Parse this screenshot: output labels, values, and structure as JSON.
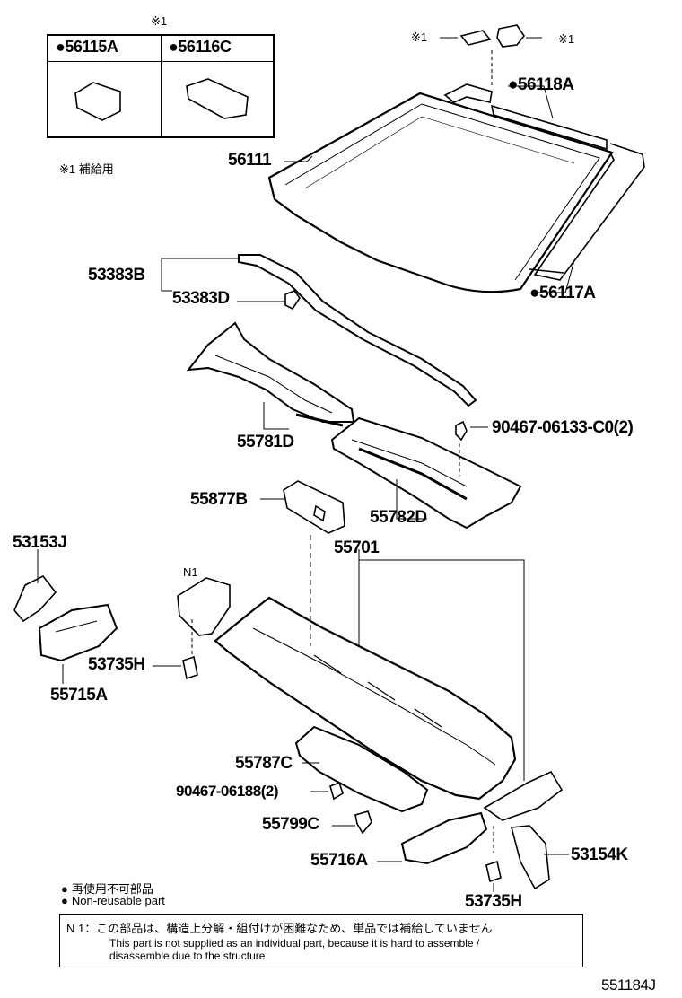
{
  "inset": {
    "header_mark": "※1",
    "parts": [
      "●56115A",
      "●56116C"
    ]
  },
  "note_supply": "※1 補給用",
  "callouts": {
    "mark_left": "※1",
    "mark_right": "※1",
    "p56118A": "●56118A",
    "p56111": "56111",
    "p53383B": "53383B",
    "p53383D": "53383D",
    "p56117A": "●56117A",
    "p55781D": "55781D",
    "p90467_06133": "90467-06133-C0(2)",
    "p55877B": "55877B",
    "p55782D": "55782D",
    "p55701": "55701",
    "p53153J": "53153J",
    "n1": "N1",
    "p53735H_a": "53735H",
    "p55715A": "55715A",
    "p55787C": "55787C",
    "p90467_06188": "90467-06188(2)",
    "p55799C": "55799C",
    "p55716A": "55716A",
    "p53154K": "53154K",
    "p53735H_b": "53735H"
  },
  "legend": {
    "jp": "再使用不可部品",
    "en": "Non-reusable part"
  },
  "note": {
    "jp": "N 1：この部品は、構造上分解・組付けが困難なため、単品では補給していません",
    "en1": "This part is not supplied as an individual part, because it is hard to assemble /",
    "en2": "disassemble due to the structure"
  },
  "diagram_id": "551184J"
}
